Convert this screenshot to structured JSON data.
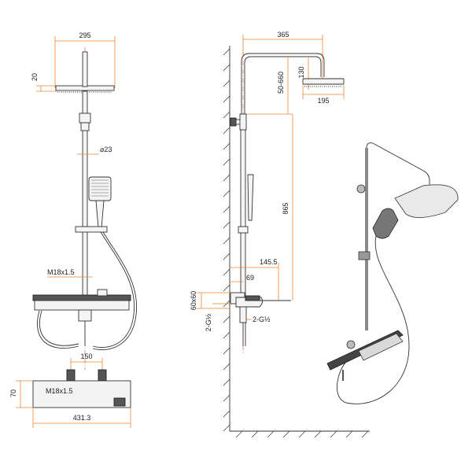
{
  "dimensions": {
    "front": {
      "head_width": "295",
      "head_thickness": "20",
      "pipe_diameter": "⌀23",
      "thread_top": "M18x1.5",
      "inlet_spacing": "150",
      "shelf_height": "70",
      "thread_bottom": "M18x1.5",
      "shelf_width": "431.3"
    },
    "side": {
      "arm_length": "365",
      "head_drop": "130",
      "head_size": "195",
      "adjust_range": "50-660",
      "riser_height": "865",
      "shelf_depth": "145.5",
      "wall_offset": "69",
      "inlet_height": "60x60",
      "inlet_thread": "2-G½",
      "outlet_thread": "2-G½"
    }
  },
  "colors": {
    "dimension_line": "#e8873a",
    "center_axis": "#d9534f",
    "outline": "#333333"
  }
}
